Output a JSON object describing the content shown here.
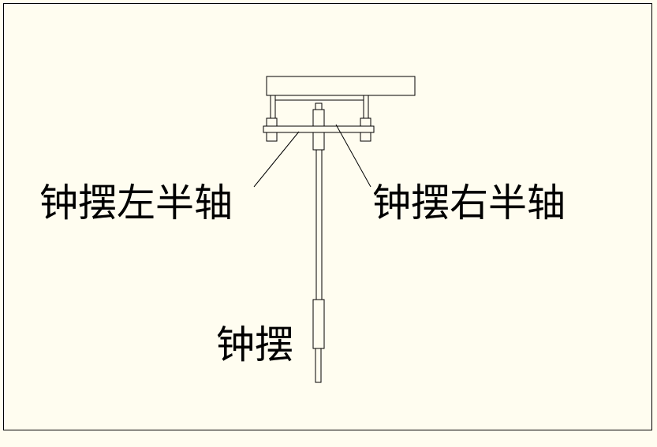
{
  "labels": {
    "left_half_shaft": "钟摆左半轴",
    "right_half_shaft": "钟摆右半轴",
    "pendulum": "钟摆"
  },
  "colors": {
    "background": "#fffdf0",
    "line": "#000000"
  }
}
